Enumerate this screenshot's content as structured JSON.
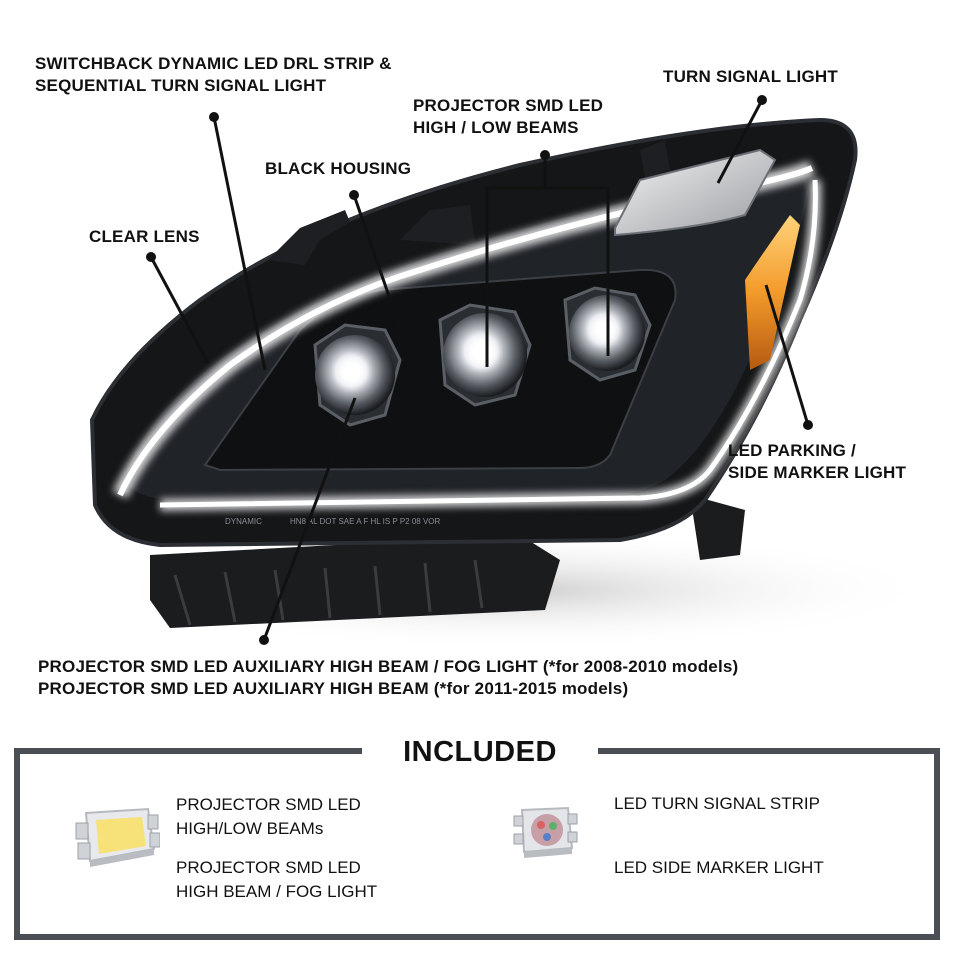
{
  "callouts": {
    "drl_strip": [
      "SWITCHBACK DYNAMIC LED DRL STRIP &",
      "SEQUENTIAL TURN SIGNAL LIGHT"
    ],
    "projector_high_low": [
      "PROJECTOR SMD LED",
      "HIGH / LOW BEAMS"
    ],
    "turn_signal": "TURN SIGNAL LIGHT",
    "black_housing": "BLACK HOUSING",
    "clear_lens": "CLEAR LENS",
    "parking_marker": [
      "LED PARKING /",
      "SIDE MARKER LIGHT"
    ],
    "auxiliary": [
      "PROJECTOR SMD LED AUXILIARY HIGH BEAM / FOG LIGHT (*for 2008-2010 models)",
      "PROJECTOR SMD LED AUXILIARY HIGH BEAM (*for 2011-2015 models)"
    ]
  },
  "included": {
    "title": "INCLUDED",
    "left_items": [
      [
        "PROJECTOR SMD LED",
        "HIGH/LOW BEAMs"
      ],
      [
        "PROJECTOR SMD LED",
        "HIGH BEAM / FOG LIGHT"
      ]
    ],
    "right_items": [
      "LED TURN SIGNAL STRIP",
      "LED SIDE MARKER LIGHT"
    ]
  },
  "product_code_text": "HN8 AL DOT SAE A F HL IS P P2 08 VOR",
  "brand_mark_text": "DYNAMIC",
  "icons": {
    "left_chip": "yellow-smd-led-chip-icon",
    "right_chip": "rgb-smd-led-chip-icon"
  },
  "colors": {
    "frame": "#4a4f55",
    "drl_glow": "#ffffff",
    "amber": "#f39a2a",
    "housing": "#141618",
    "chip_yellow": "#f7e27a"
  }
}
